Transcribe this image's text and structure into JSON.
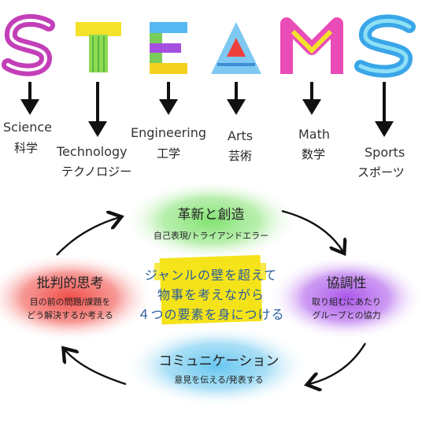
{
  "subjects": [
    {
      "en": "Science",
      "ja": "科学"
    },
    {
      "en": "Technology",
      "ja": "テクノロジー"
    },
    {
      "en": "Engineering",
      "ja": "工学"
    },
    {
      "en": "Arts",
      "ja": "芸術"
    },
    {
      "en": "Math",
      "ja": "数学"
    },
    {
      "en": "Sports",
      "ja": "スポーツ"
    }
  ],
  "logo_letters": "STEAMS",
  "cycle": {
    "top": {
      "title": "革新と創造",
      "sub": "自己表現/トライアンドエラー"
    },
    "right": {
      "title": "協調性",
      "sub1": "取り組むにあたり",
      "sub2": "グループとの協力"
    },
    "bottom": {
      "title": "コミュニケーション",
      "sub": "意見を伝える/発表する"
    },
    "left": {
      "title": "批判的思考",
      "sub1": "目の前の問題/課題を",
      "sub2": "どう解決するか考える"
    }
  },
  "center": {
    "line1": "ジャンルの壁を超えて",
    "line2": "物事を考えながら",
    "line3": "４つの要素を身につける"
  },
  "colors": {
    "green": "#7be06a",
    "purple": "#a64ee8",
    "blue": "#5fc3ef",
    "red": "#f0443f",
    "highlight": "#f5e31a",
    "text_blue": "#2a5d9c"
  }
}
